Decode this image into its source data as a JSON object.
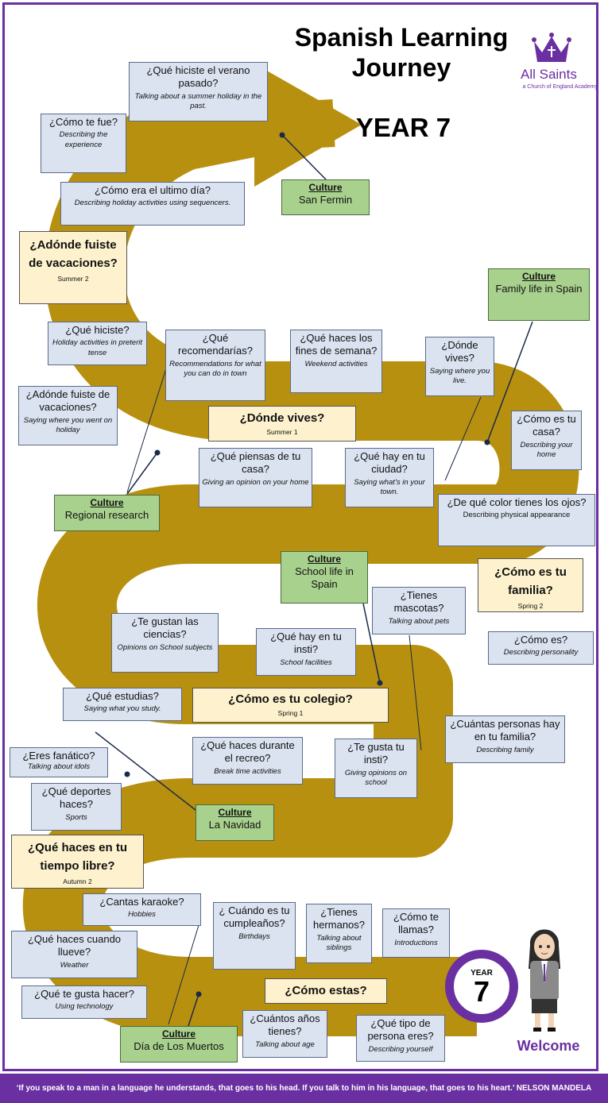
{
  "header": {
    "title_line1": "Spanish Learning",
    "title_line2": "Journey",
    "year": "YEAR 7"
  },
  "logo": {
    "name": "All Saints",
    "tagline": "a Church of England Academy",
    "icon": "crown-icon",
    "color": "#6a2fa0"
  },
  "colors": {
    "road": "#b8900f",
    "topic": "#fdf2cd",
    "lesson": "#dbe3f1",
    "culture": "#a9d18e",
    "accent": "#6a2fa0"
  },
  "topics": {
    "summer2": {
      "q": "¿Adónde fuiste de vacaciones?",
      "term": "Summer 2"
    },
    "summer1": {
      "q": "¿Dónde vives?",
      "term": "Summer 1"
    },
    "spring2": {
      "q": "¿Cómo es tu familia?",
      "term": "Spring 2"
    },
    "spring1": {
      "q": "¿Cómo es tu colegio?",
      "term": "Spring 1"
    },
    "autumn2": {
      "q": "¿Qué haces en tu tiempo libre?",
      "term": "Autumn 2"
    },
    "autumn1": {
      "q": "¿Cómo estas?"
    }
  },
  "cultures": {
    "san_fermin": {
      "h": "Culture",
      "t": "San Fermin"
    },
    "family_life": {
      "h": "Culture",
      "t": "Family life in Spain"
    },
    "regional": {
      "h": "Culture",
      "t": "Regional research"
    },
    "school_life": {
      "h": "Culture",
      "t": "School life in Spain"
    },
    "navidad": {
      "h": "Culture",
      "t": "La Navidad"
    },
    "muertos": {
      "h": "Culture",
      "t": "Día de Los Muertos"
    }
  },
  "lessons": {
    "verano": {
      "q": "¿Qué hiciste el verano pasado?",
      "d": "Talking about a summer holiday in the past."
    },
    "fue": {
      "q": "¿Cómo te fue?",
      "d": "Describing the experience"
    },
    "ultimo": {
      "q": "¿Cómo era el ultimo día?",
      "d": "Describing holiday activities using sequencers."
    },
    "hiciste": {
      "q": "¿Qué hiciste?",
      "d": "Holiday activities in preterit tense"
    },
    "recomendarias": {
      "q": "¿Qué recomendarías?",
      "d": "Recommendations for what you can do in town"
    },
    "fines": {
      "q": "¿Qué haces los fines de semana?",
      "d": "Weekend activities"
    },
    "vives": {
      "q": "¿Dónde vives?",
      "d": "Saying where you live."
    },
    "adonde": {
      "q": "¿Adónde fuiste de vacaciones?",
      "d": "Saying where you went on holiday"
    },
    "casa": {
      "q": "¿Cómo es tu casa?",
      "d": "Describing your home"
    },
    "piensas": {
      "q": "¿Qué piensas de tu casa?",
      "d": "Giving an opinion on your home"
    },
    "ciudad": {
      "q": "¿Qué hay en tu ciudad?",
      "d": "Saying what’s in your town."
    },
    "ojos": {
      "q": "¿De qué color tienes los ojos?",
      "d": "Describing physical appearance"
    },
    "mascotas": {
      "q": "¿Tienes mascotas?",
      "d": "Talking about pets"
    },
    "ciencias": {
      "q": "¿Te gustan las ciencias?",
      "d": "Opinions on School subjects"
    },
    "insti_hay": {
      "q": "¿Qué hay en tu insti?",
      "d": "School facilities"
    },
    "comoes": {
      "q": "¿Cómo es?",
      "d": "Describing personality"
    },
    "estudias": {
      "q": "¿Qué estudias?",
      "d": "Saying what you study."
    },
    "cuantas": {
      "q": "¿Cuántas personas hay en tu familia?",
      "d": "Describing family"
    },
    "fanatico": {
      "q": "¿Eres fanático?",
      "d": "Talking about idols"
    },
    "recreo": {
      "q": "¿Qué haces durante el recreo?",
      "d": "Break time activities"
    },
    "gusta_insti": {
      "q": "¿Te gusta tu insti?",
      "d": "Giving opinions on school"
    },
    "deportes": {
      "q": "¿Qué deportes haces?",
      "d": "Sports"
    },
    "karaoke": {
      "q": "¿Cantas karaoke?",
      "d": "Hobbies"
    },
    "cumple": {
      "q": "¿ Cuándo es tu cumpleaños?",
      "d": "Birthdays"
    },
    "hermanos": {
      "q": "¿Tienes hermanos?",
      "d": "Talking about siblings"
    },
    "llamas": {
      "q": "¿Cómo te llamas?",
      "d": "Introductions"
    },
    "llueve": {
      "q": "¿Qué haces cuando llueve?",
      "d": "Weather"
    },
    "gusta_hacer": {
      "q": "¿Qué te gusta hacer?",
      "d": "Using technology"
    },
    "anos": {
      "q": "¿Cuántos años tienes?",
      "d": "Talking about age"
    },
    "persona": {
      "q": "¿Qué tipo de persona eres?",
      "d": "Describing yourself"
    }
  },
  "badge": {
    "label": "YEAR",
    "number": "7"
  },
  "welcome": "Welcome",
  "quote": "‘If you speak to a man in a language he understands, that goes to his head. If you talk to him in his language, that goes to his heart.’ NELSON MANDELA"
}
